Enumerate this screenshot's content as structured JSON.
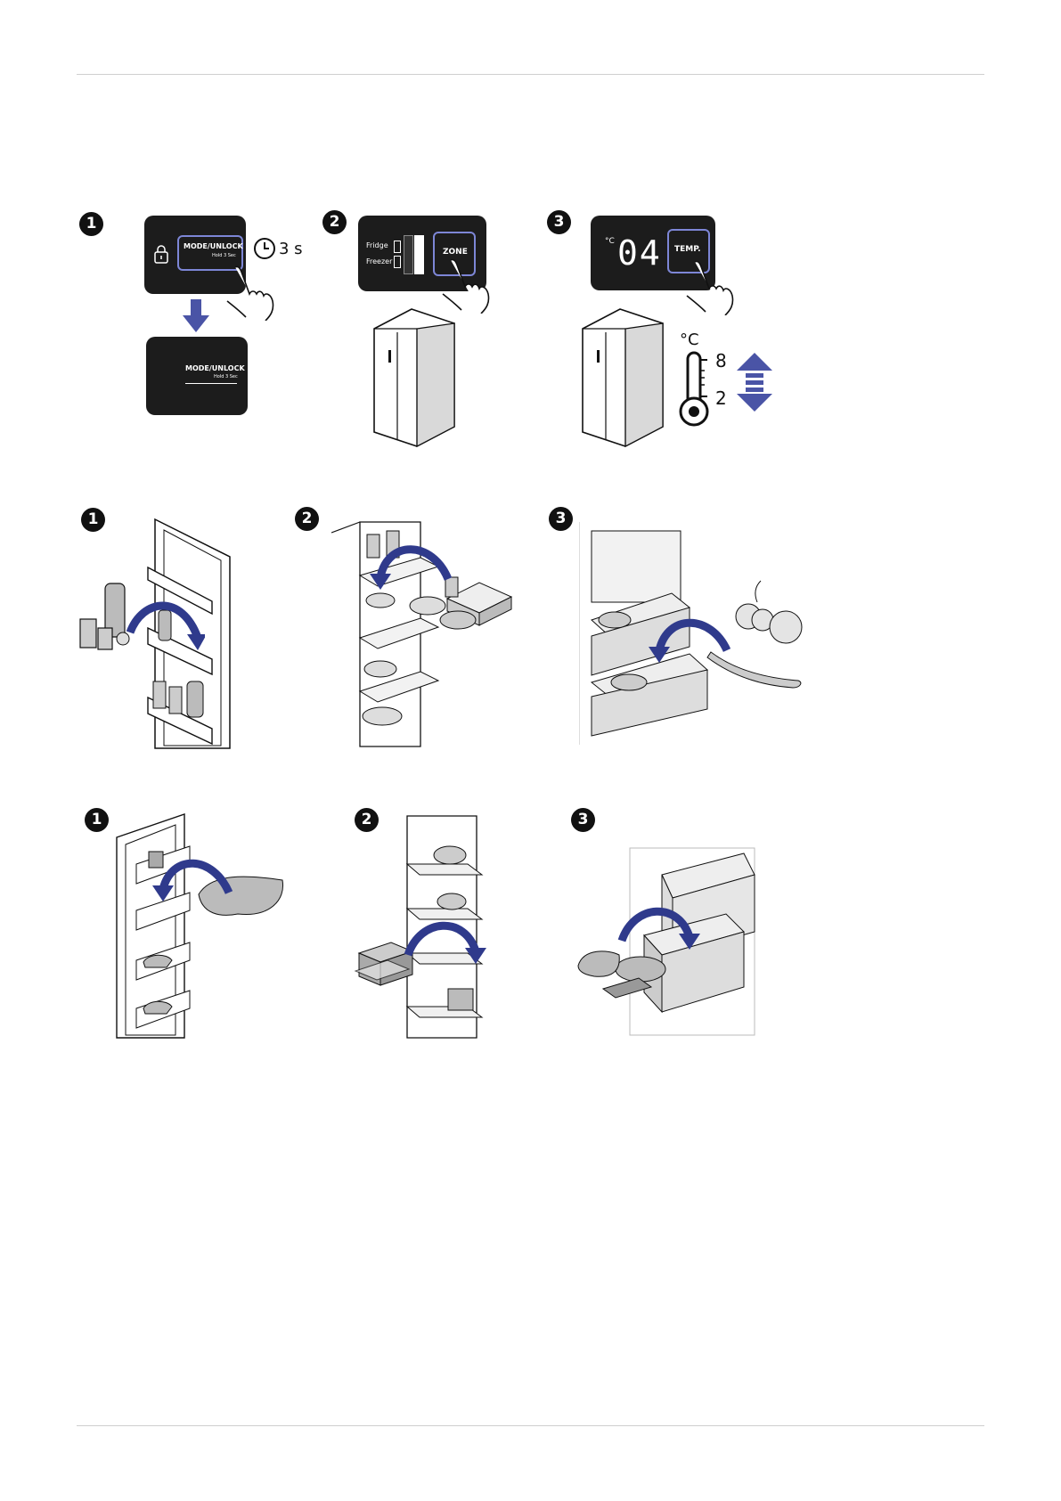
{
  "page": {
    "top_rule": true,
    "bottom_rule": true
  },
  "colors": {
    "accent_arrow": "#2f3a8c",
    "panel_bg": "#1c1c1c",
    "button_ring": "#7d86d6",
    "blue_arrow": "#4a54a6"
  },
  "section1": {
    "step1": {
      "number": "1",
      "button_label": "MODE/UNLOCK",
      "button_sub": "Hold 3 Sec",
      "timer_label": "3 s",
      "result_label": "MODE/UNLOCK",
      "result_sub": "Hold 3 Sec"
    },
    "step2": {
      "number": "2",
      "fridge_label": "Fridge",
      "freezer_label": "Freezer",
      "button_label": "ZONE"
    },
    "step3": {
      "number": "3",
      "unit": "°C",
      "display_value": "04",
      "button_label": "TEMP.",
      "thermo_unit": "°C",
      "max_value": "8",
      "min_value": "2"
    }
  },
  "section2": {
    "step1": {
      "number": "1"
    },
    "step2": {
      "number": "2"
    },
    "step3": {
      "number": "3"
    }
  },
  "section3": {
    "step1": {
      "number": "1"
    },
    "step2": {
      "number": "2"
    },
    "step3": {
      "number": "3"
    }
  },
  "icons": [
    "lock-icon",
    "clock-icon",
    "hand-pointer-icon",
    "down-arrow-icon",
    "thermometer-icon",
    "up-down-arrows-icon",
    "curved-arrow-icon"
  ]
}
